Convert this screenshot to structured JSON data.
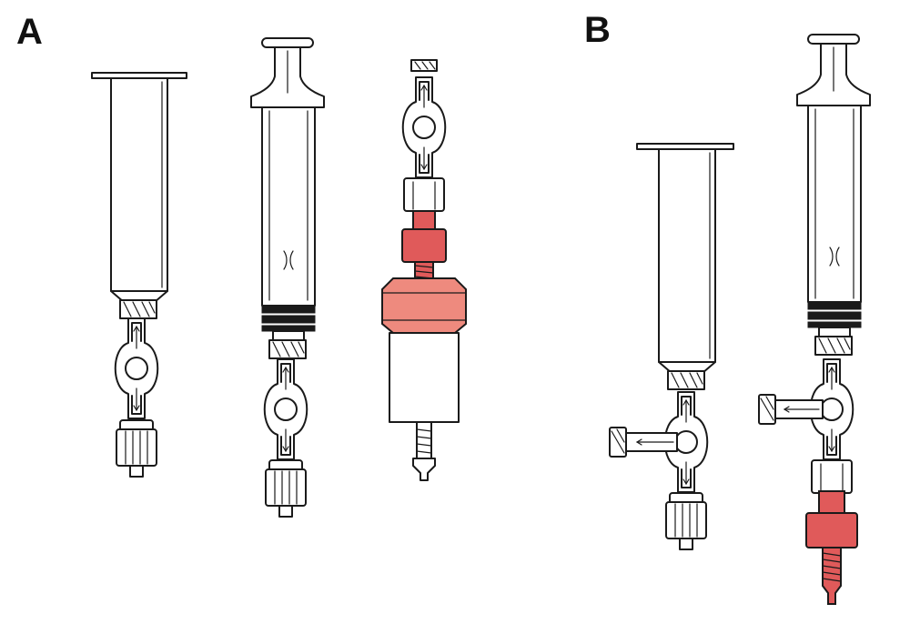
{
  "figure": {
    "panels": [
      {
        "id": "A",
        "label": "A"
      },
      {
        "id": "B",
        "label": "B"
      }
    ]
  },
  "colors": {
    "outline": "#1a1a1a",
    "background": "#ffffff",
    "red_fitting": "#e05a5a",
    "salmon_cap": "#ee8a7e",
    "band": "#1a1a1a"
  }
}
